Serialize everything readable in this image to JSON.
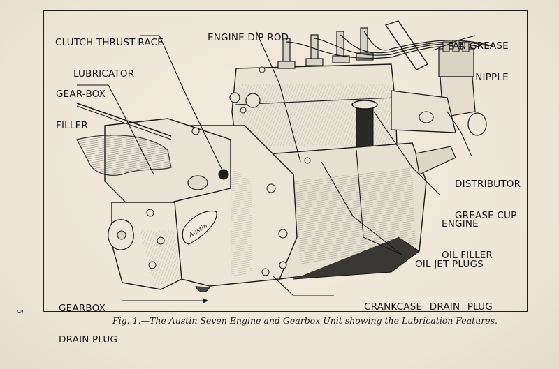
{
  "figure": {
    "caption": "Fig. 1.—The Austin Seven Engine and Gearbox Unit showing the Lubrication Features.",
    "page_number": "5",
    "emblem_text": "Austin",
    "labels": {
      "clutch_thrust_race_lubricator": [
        "CLUTCH THRUST-RACE",
        "LUBRICATOR"
      ],
      "engine_dip_rod": [
        "ENGINE DIP-ROD"
      ],
      "fan_grease_nipple": [
        "FAN GREASE",
        "NIPPLE"
      ],
      "gear_box_filler": [
        "GEAR-BOX",
        "FILLER"
      ],
      "distributor_grease_cup": [
        "DISTRIBUTOR",
        "GREASE CUP"
      ],
      "engine_oil_filler": [
        "ENGINE",
        "OIL FILLER"
      ],
      "oil_jet_plugs": [
        "OIL JET PLUGS"
      ],
      "gearbox_drain_plug": [
        "GEARBOX",
        "DRAIN PLUG"
      ],
      "crankcase_drain_plug": [
        "CRANKCASE DRAIN PLUG"
      ]
    }
  },
  "colors": {
    "paper": "#efe8da",
    "ink": "#151515",
    "frame": "#1e1e22",
    "metal_light": "#e8e2d4",
    "shade": "#8a8780"
  }
}
